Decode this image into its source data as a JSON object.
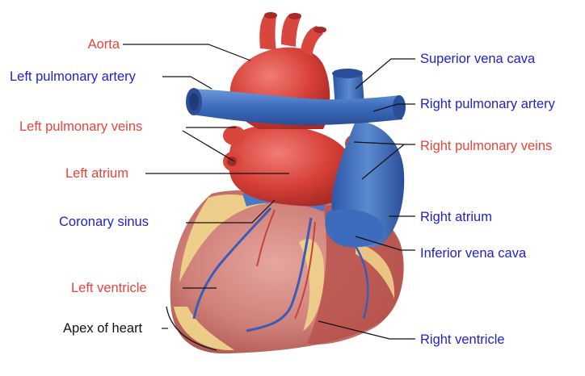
{
  "colors": {
    "artery_red": "#e8443a",
    "vein_blue": "#2222cc",
    "neutral_black": "#111111"
  },
  "labels": {
    "aorta": "Aorta",
    "left_pulmonary_artery": "Left pulmonary artery",
    "left_pulmonary_veins": "Left pulmonary veins",
    "left_atrium": "Left atrium",
    "coronary_sinus": "Coronary sinus",
    "left_ventricle": "Left ventricle",
    "apex_of_heart": "Apex of heart",
    "superior_vena_cava": "Superior vena cava",
    "right_pulmonary_artery": "Right pulmonary artery",
    "right_pulmonary_veins": "Right pulmonary veins",
    "right_atrium": "Right atrium",
    "inferior_vena_cava": "Inferior vena cava",
    "right_ventricle": "Right ventricle"
  }
}
